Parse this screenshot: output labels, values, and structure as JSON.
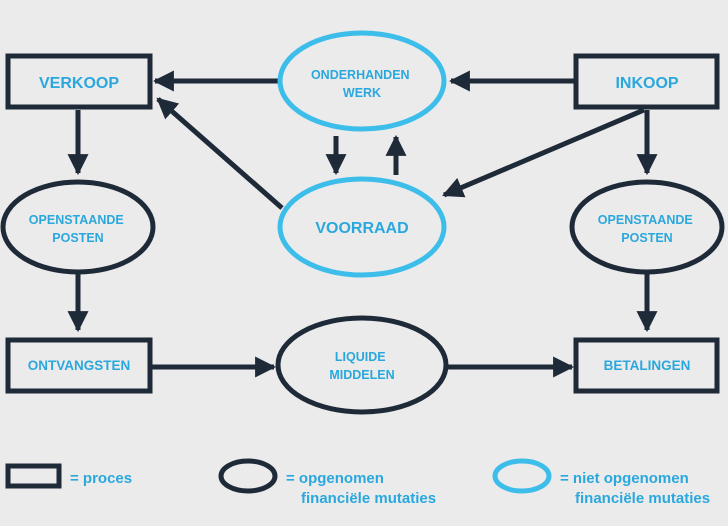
{
  "colors": {
    "background": "#ebebeb",
    "dark": "#1f2a38",
    "accent": "#3dbdea",
    "accent_text": "#2aa8de"
  },
  "nodes": {
    "verkoop": "VERKOOP",
    "onderhanden_werk": [
      "ONDERHANDEN",
      "WERK"
    ],
    "inkoop": "INKOOP",
    "voorraad": "VOORRAAD",
    "openstaande_posten_left": [
      "OPENSTAANDE",
      "POSTEN"
    ],
    "openstaande_posten_right": [
      "OPENSTAANDE",
      "POSTEN"
    ],
    "ontvangsten": "ONTVANGSTEN",
    "liquide_middelen": [
      "LIQUIDE",
      "MIDDELEN"
    ],
    "betalingen": "BETALINGEN"
  },
  "legend": {
    "proces": "= proces",
    "opgenomen": [
      "= opgenomen",
      "financiële mutaties"
    ],
    "niet_opgenomen": [
      "= niet opgenomen",
      "financiële mutaties"
    ]
  }
}
